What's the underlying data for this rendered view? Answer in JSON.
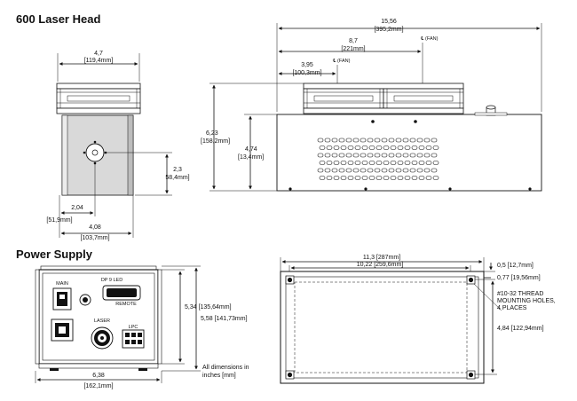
{
  "titles": {
    "laser_head": "600 Laser Head",
    "power_supply": "Power Supply"
  },
  "laser_head_front": {
    "width": "4,7",
    "width_mm": "[119,4mm]",
    "center_height": "2,3",
    "center_height_mm": "58,4mm]",
    "center_offset": "2,04",
    "center_offset_mm": "[51,9mm]",
    "base_width": "4,08",
    "base_width_mm": "[103,7mm]"
  },
  "laser_head_side": {
    "length": "15,56",
    "length_mm": "[395,2mm]",
    "cl_label_1": "℄ (FAN)",
    "fan_offset": "8,7",
    "fan_offset_mm": "[221mm]",
    "cl_label_2": "℄ (FAN)",
    "fan_offset_2": "3,95",
    "fan_offset_2_mm": "[100,3mm]",
    "height": "6,23",
    "height_mm": "[158,2mm]",
    "body_height": "4,74",
    "body_height_mm": "[13,4mm]"
  },
  "power_supply_front": {
    "label_main": "MAIN",
    "label_dp": "DP 9 LED",
    "label_remote": "REMOTE",
    "label_laser": "LASER",
    "label_lpc": "LPC",
    "height_1": "5,34 [135,64mm]",
    "height_2": "5,58 [141,73mm]",
    "width": "6,38",
    "width_mm": "[162,1mm]"
  },
  "power_supply_top": {
    "length": "11,3 [287mm]",
    "hole_spacing": "10,22 [259,6mm]",
    "edge_x": "0,5 [12,7mm]",
    "edge_y": "0,77 [19,56mm]",
    "hole_note_1": "#10-32 THREAD",
    "hole_note_2": "MOUNTING HOLES,",
    "hole_note_3": "4 PLACES",
    "hole_spacing_y": "4,84 [122,94mm]"
  },
  "note": {
    "line1": "All dimensions in",
    "line2": "inches [mm]"
  }
}
